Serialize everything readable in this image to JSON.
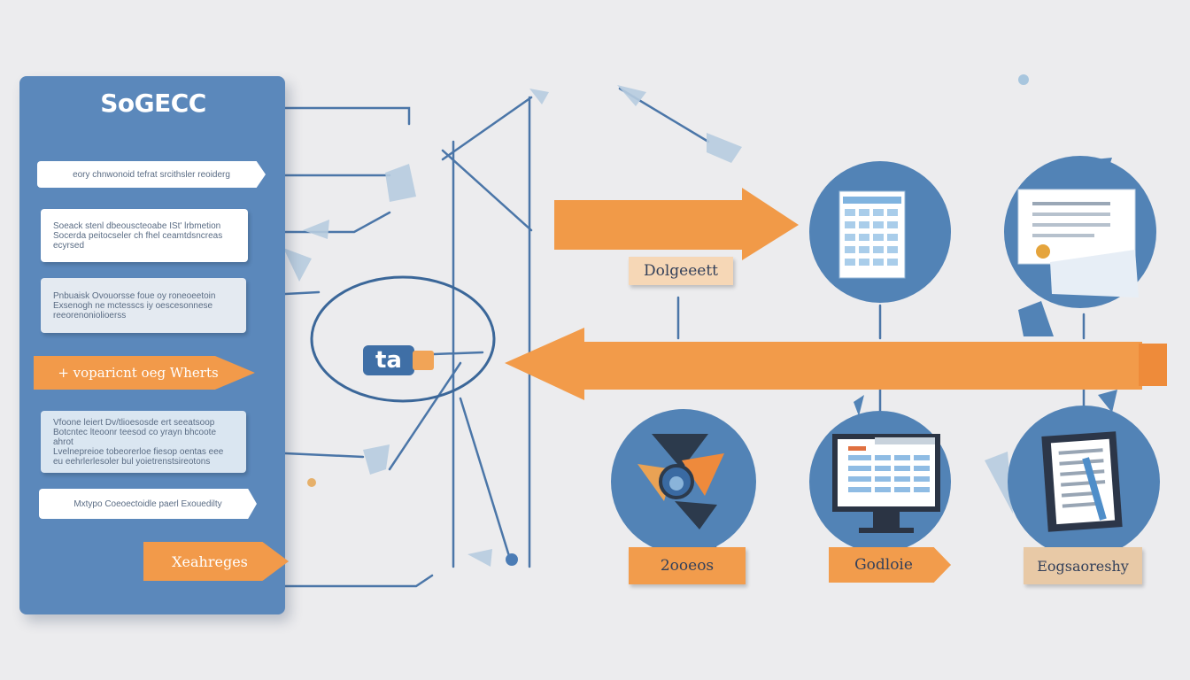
{
  "panel": {
    "title": "SoGECC",
    "cards": [
      {
        "lines": [
          "eory chnwonoid tefrat srcithsler reoiderg"
        ]
      },
      {
        "lines": [
          "Soeack stenl dbeouscteoabe ISt' lrbmetion",
          "Socerda peitocseler ch fhel ceamtdsncreas",
          "ecyrsed"
        ]
      },
      {
        "lines": [
          "Pnbuaisk Ovouorsse foue oy roneoeetoin",
          "Exsenogh ne mctesscs iy oescesonnese",
          "reeorenoniolioerss"
        ]
      },
      {
        "lines": [
          "Vfoone leiert Dv/tlioesosde ert seeatsoop",
          "Botcntec lteoonr teesod co yrayn bhcoote ahrot",
          "Lvelnepreioe tobeorerloe fiesop oentas eee",
          "eu eehrlerlesoler bul yoietrenstsireotons"
        ]
      },
      {
        "lines": [
          "Mxtypo Coeoectoidle paerl Exouedilty"
        ]
      }
    ],
    "button_primary": "+ voparicnt oeg Wherts",
    "button_secondary": "Xeahreges"
  },
  "center_badge": "ta",
  "tag_top": "Dolgeeett",
  "bottom_labels": [
    "2ooeos",
    "Godloie",
    "Eogsaoreshy"
  ],
  "colors": {
    "panel_blue": "#5b88bb",
    "circle_blue": "#5283b6",
    "accent_orange": "#f29a4a",
    "line_blue": "#3b6799",
    "background": "#ececee"
  },
  "icons": [
    "spreadsheet-icon",
    "document-icon",
    "mixer-icon",
    "monitor-icon",
    "clipboard-icon"
  ]
}
